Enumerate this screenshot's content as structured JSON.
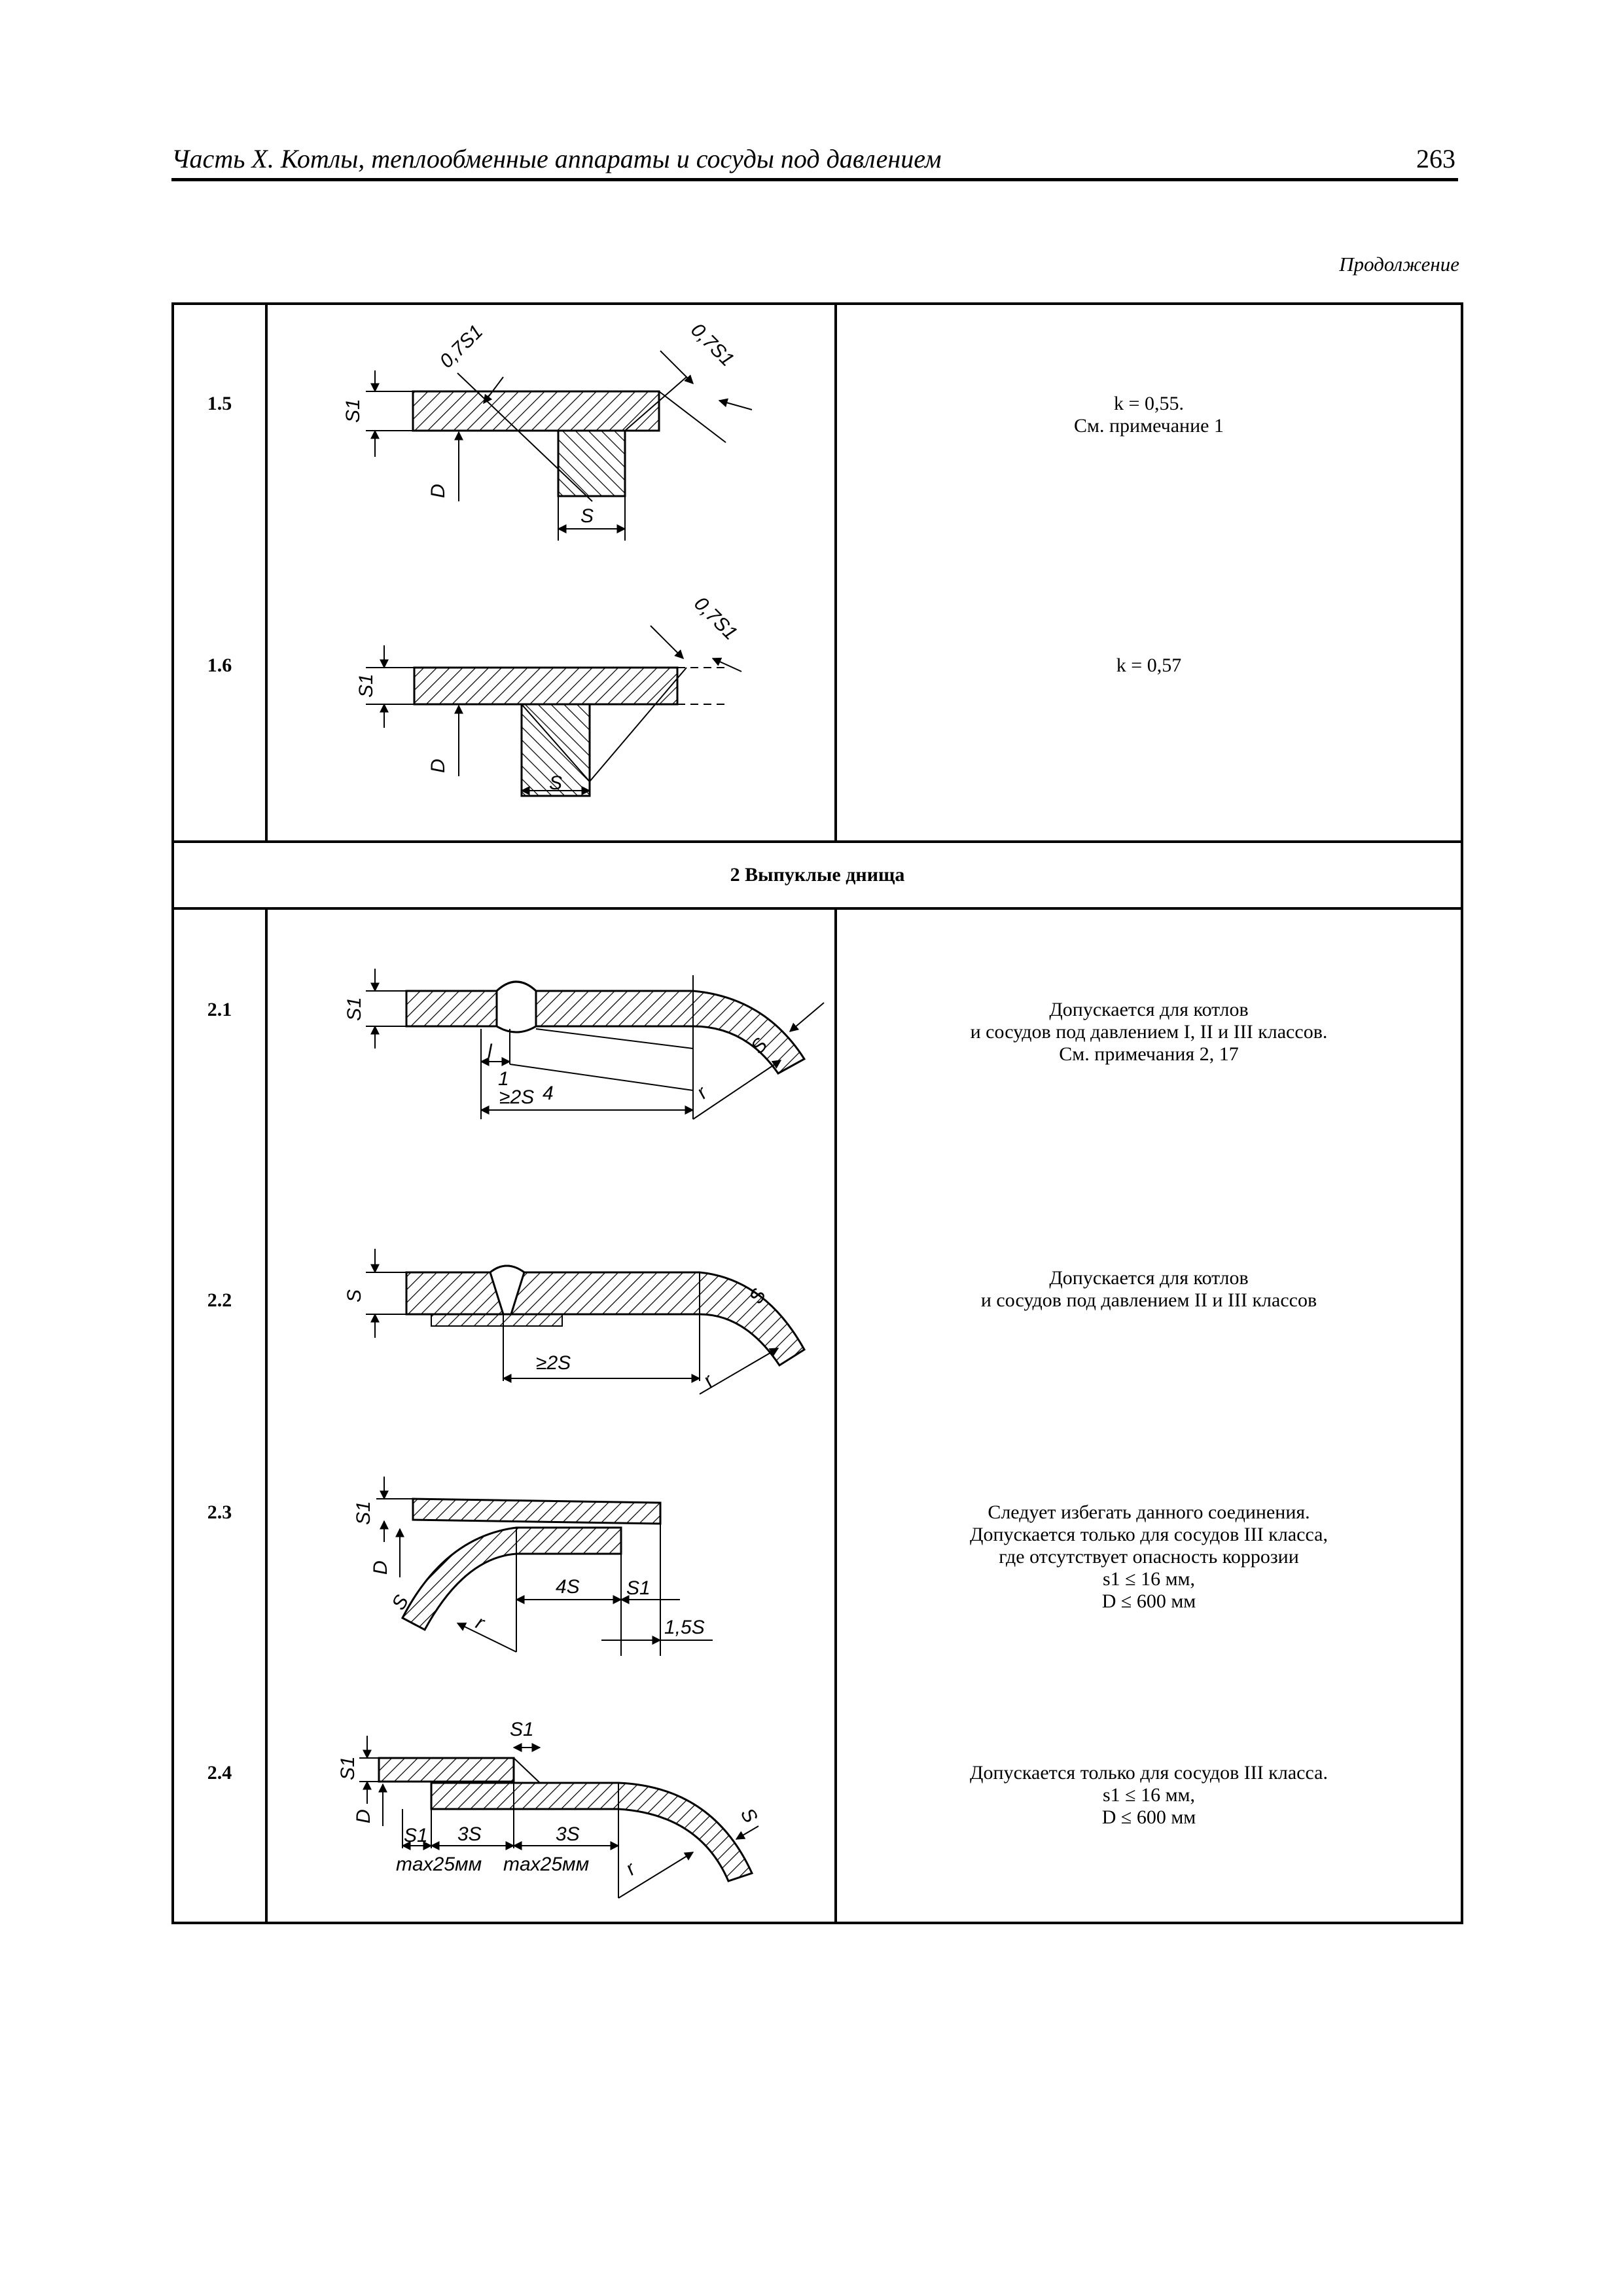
{
  "header": {
    "title": "Часть X. Котлы, теплообменные аппараты и сосуды под давлением",
    "page_number": "263"
  },
  "continued_label": "Продолжение",
  "rows_part1": [
    {
      "num": "1.5",
      "note_lines": [
        "k = 0,55.",
        "См. примечание 1"
      ],
      "dim_labels": {
        "s1": "S1",
        "leg_a": "0,7S1",
        "leg_b": "0,7S1",
        "d": "D",
        "s": "S"
      }
    },
    {
      "num": "1.6",
      "note_lines": [
        "k = 0,57"
      ],
      "dim_labels": {
        "s1": "S1",
        "leg_a": "0,7S1",
        "d": "D",
        "s": "S"
      }
    }
  ],
  "section_title": "2 Выпуклые днища",
  "rows_part2": [
    {
      "num": "2.1",
      "note_lines": [
        "Допускается для котлов",
        "и сосудов под давлением I, II и III классов.",
        "См. примечания 2, 17"
      ],
      "dim_labels": {
        "s1": "S1",
        "l": "l",
        "one": "1",
        "four": "4",
        "two_s": "≥2S",
        "s": "S",
        "r": "r"
      }
    },
    {
      "num": "2.2",
      "note_lines": [
        "Допускается для котлов",
        "и сосудов под давлением II и III классов"
      ],
      "dim_labels": {
        "s": "S",
        "two_s": "≥2S",
        "s_arc": "S",
        "r": "r"
      }
    },
    {
      "num": "2.3",
      "note_lines": [
        "Следует избегать данного соединения.",
        "Допускается только для сосудов III класса,",
        "где отсутствует опасность коррозии",
        "s1 ≤ 16 мм,",
        "D ≤ 600 мм"
      ],
      "dim_labels": {
        "s1": "S1",
        "d": "D",
        "s": "S",
        "r": "r",
        "four_s": "4S",
        "s1b": "S1",
        "one_five_s": "1,5S"
      }
    },
    {
      "num": "2.4",
      "note_lines": [
        "Допускается только для сосудов III класса.",
        "s1 ≤ 16 мм,",
        "D ≤ 600 мм"
      ],
      "dim_labels": {
        "s1": "S1",
        "s1_top": "S1",
        "d": "D",
        "s1b": "S1",
        "three_s_a": "3S",
        "three_s_b": "3S",
        "max_a": "max25мм",
        "max_b": "max25мм",
        "s": "S",
        "r": "r"
      }
    }
  ]
}
